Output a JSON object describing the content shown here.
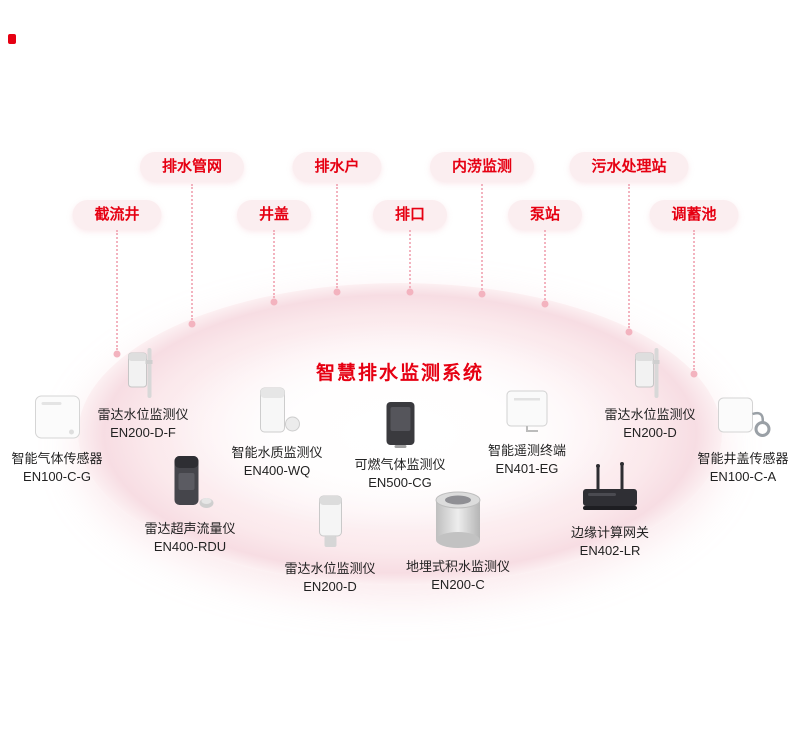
{
  "title": "智慧排水监测系统",
  "pills": [
    {
      "label": "排水管网"
    },
    {
      "label": "排水户"
    },
    {
      "label": "内涝监测"
    },
    {
      "label": "污水处理站"
    },
    {
      "label": "截流井"
    },
    {
      "label": "井盖"
    },
    {
      "label": "排口"
    },
    {
      "label": "泵站"
    },
    {
      "label": "调蓄池"
    }
  ],
  "devices": [
    {
      "name": "雷达水位监测仪",
      "model": "EN200-D-F"
    },
    {
      "name": "智能气体传感器",
      "model": "EN100-C-G"
    },
    {
      "name": "智能水质监测仪",
      "model": "EN400-WQ"
    },
    {
      "name": "可燃气体监测仪",
      "model": "EN500-CG"
    },
    {
      "name": "智能遥测终端",
      "model": "EN401-EG"
    },
    {
      "name": "雷达水位监测仪",
      "model": "EN200-D"
    },
    {
      "name": "智能井盖传感器",
      "model": "EN100-C-A"
    },
    {
      "name": "雷达超声流量仪",
      "model": "EN400-RDU"
    },
    {
      "name": "雷达水位监测仪",
      "model": "EN200-D"
    },
    {
      "name": "地埋式积水监测仪",
      "model": "EN200-C"
    },
    {
      "name": "边缘计算网关",
      "model": "EN402-LR"
    }
  ],
  "colors": {
    "accent": "#e60012",
    "pill_background": "#fbeef0",
    "connector_line": "#f3b3bf"
  }
}
